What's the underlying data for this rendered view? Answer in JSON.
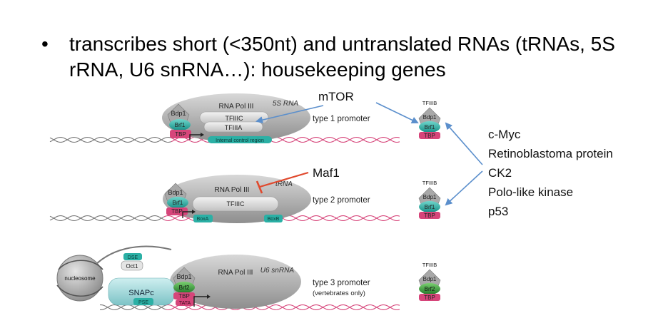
{
  "slide": {
    "bullet_glyph": "•",
    "bullet_text": "transcribes short (<350nt) and untranslated RNAs (tRNAs, 5S rRNA, U6 snRNA…): housekeeping genes"
  },
  "diagram": {
    "row1": {
      "gene_label": "5S RNA",
      "polymerase": "RNA Pol III",
      "factors": [
        "Bdp1",
        "Brf1",
        "TBP",
        "TFIIIC",
        "TFIIIA"
      ],
      "region_label": "Internal control region",
      "promoter_label": "type 1 promoter"
    },
    "row2": {
      "gene_label": "tRNA",
      "polymerase": "RNA Pol III",
      "factors": [
        "Bdp1",
        "Brf1",
        "TBP",
        "TFIIIC"
      ],
      "boxA": "BoxA",
      "boxB": "BoxB",
      "promoter_label": "type 2 promoter"
    },
    "row3": {
      "gene_label": "U6 snRNA",
      "polymerase": "RNA Pol III",
      "nucleosome": "nucleosome",
      "factors": [
        "DSE",
        "Oct1",
        "SNAPc",
        "Bdp1",
        "Brf2",
        "TBP",
        "PSE",
        "TATA"
      ],
      "promoter_label": "type 3 promoter",
      "promoter_note": "(vertebrates only)"
    },
    "tfiiib": [
      {
        "title": "TFIIIB",
        "bdp": "Bdp1",
        "brf": "Brf1",
        "tbp": "TBP"
      },
      {
        "title": "TFIIIB",
        "bdp": "Bdp1",
        "brf": "Brf1",
        "tbp": "TBP"
      },
      {
        "title": "TFIIIB",
        "bdp": "Bdp1",
        "brf": "Brf2",
        "tbp": "TBP"
      }
    ],
    "regulators": {
      "mtor": "mTOR",
      "maf1": "Maf1",
      "list": [
        "c-Myc",
        "Retinoblastoma protein",
        "CK2",
        "Polo-like kinase",
        "p53"
      ]
    }
  },
  "colors": {
    "teal": "#2bb0a5",
    "pink": "#d6457a",
    "green": "#3aa340",
    "grey": "#a9a9a9",
    "arrow_blue": "#5b8fcc",
    "inhibit_red": "#e0492d"
  }
}
